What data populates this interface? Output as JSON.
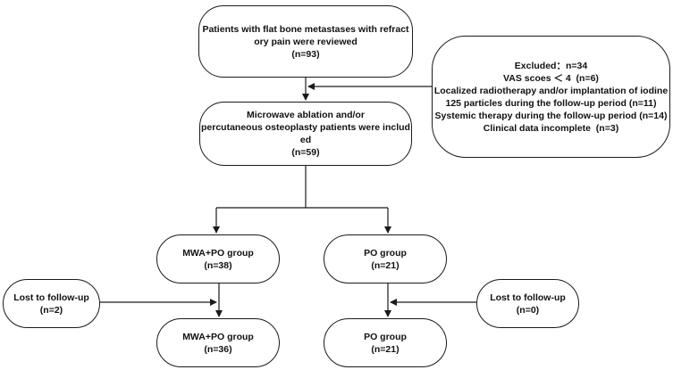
{
  "nodes": {
    "reviewed": {
      "lines": [
        "Patients with flat bone metastases with refract",
        "ory pain were reviewed",
        "(n=93)"
      ]
    },
    "excluded": {
      "lines": [
        "Excluded：n=34",
        "VAS scoes ＜ 4  (n=6)",
        "Localized radiotherapy and/or implantation of iodine",
        "125 particles during the follow-up period (n=11)",
        "Systemic therapy during the follow-up period (n=14)",
        "Clinical data incomplete  (n=3)"
      ]
    },
    "included": {
      "lines": [
        "Microwave ablation and/or",
        "percutaneous osteoplasty patients were includ",
        "ed",
        "(n=59)"
      ]
    },
    "mwa_po_group": {
      "lines": [
        "MWA+PO group",
        "(n=38)"
      ]
    },
    "po_group": {
      "lines": [
        "PO group",
        "(n=21)"
      ]
    },
    "lost_mwa": {
      "lines": [
        "Lost to follow-up",
        "(n=2)"
      ]
    },
    "lost_po": {
      "lines": [
        "Lost to follow-up",
        "(n=0)"
      ]
    },
    "mwa_po_final": {
      "lines": [
        "MWA+PO group",
        "(n=36)"
      ]
    },
    "po_final": {
      "lines": [
        "PO group",
        "(n=21)"
      ]
    }
  },
  "colors": {
    "stroke": "#1a1a1a",
    "text": "#111111",
    "background": "#ffffff"
  }
}
